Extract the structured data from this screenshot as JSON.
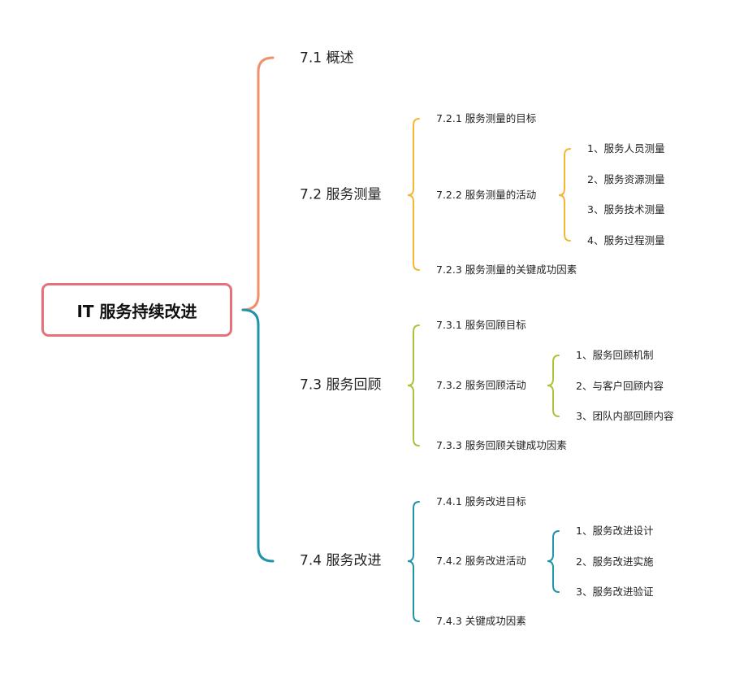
{
  "root": {
    "label": "IT 服务持续改进"
  },
  "colors": {
    "orange": "#f0906a",
    "yellow": "#f5b731",
    "green": "#a8c43c",
    "teal": "#1f93a8",
    "root_border": "#e8707a"
  },
  "nodes": {
    "n71": {
      "label": "7.1 概述"
    },
    "n72": {
      "label": "7.2 服务测量"
    },
    "n721": {
      "label": "7.2.1 服务测量的目标"
    },
    "n722": {
      "label": "7.2.2 服务测量的活动"
    },
    "n722a": {
      "label": "1、服务人员测量"
    },
    "n722b": {
      "label": "2、服务资源测量"
    },
    "n722c": {
      "label": "3、服务技术测量"
    },
    "n722d": {
      "label": "4、服务过程测量"
    },
    "n723": {
      "label": "7.2.3 服务测量的关键成功因素"
    },
    "n73": {
      "label": "7.3 服务回顾"
    },
    "n731": {
      "label": "7.3.1 服务回顾目标"
    },
    "n732": {
      "label": "7.3.2 服务回顾活动"
    },
    "n732a": {
      "label": "1、服务回顾机制"
    },
    "n732b": {
      "label": "2、与客户回顾内容"
    },
    "n732c": {
      "label": "3、团队内部回顾内容"
    },
    "n733": {
      "label": "7.3.3 服务回顾关键成功因素"
    },
    "n74": {
      "label": "7.4 服务改进"
    },
    "n741": {
      "label": "7.4.1 服务改进目标"
    },
    "n742": {
      "label": "7.4.2 服务改进活动"
    },
    "n742a": {
      "label": "1、服务改进设计"
    },
    "n742b": {
      "label": "2、服务改进实施"
    },
    "n742c": {
      "label": "3、服务改进验证"
    },
    "n743": {
      "label": "7.4.3 关键成功因素"
    }
  }
}
